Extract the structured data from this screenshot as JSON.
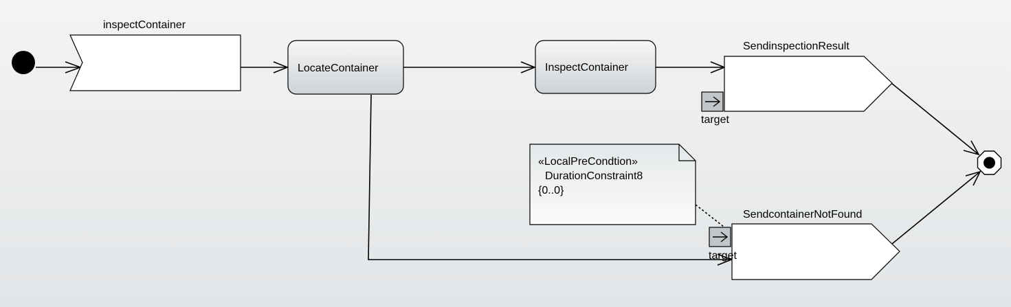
{
  "diagram": {
    "nodes": {
      "accept_event": {
        "label": "inspectContainer"
      },
      "locate": {
        "label": "LocateContainer"
      },
      "inspect": {
        "label": "InspectContainer"
      },
      "send_result": {
        "label": "SendinspectionResult",
        "pin_label": "target"
      },
      "send_not_found": {
        "label": "SendcontainerNotFound",
        "pin_label": "target"
      }
    },
    "note": {
      "stereotype": "«LocalPreCondtion»",
      "name": "DurationConstraint8",
      "spec": "{0..0}"
    },
    "colors": {
      "action_fill_top": "#f6f7f8",
      "action_fill_bottom": "#cfd3d6",
      "pin_fill": "#c3c6c9",
      "line": "#000000"
    }
  }
}
